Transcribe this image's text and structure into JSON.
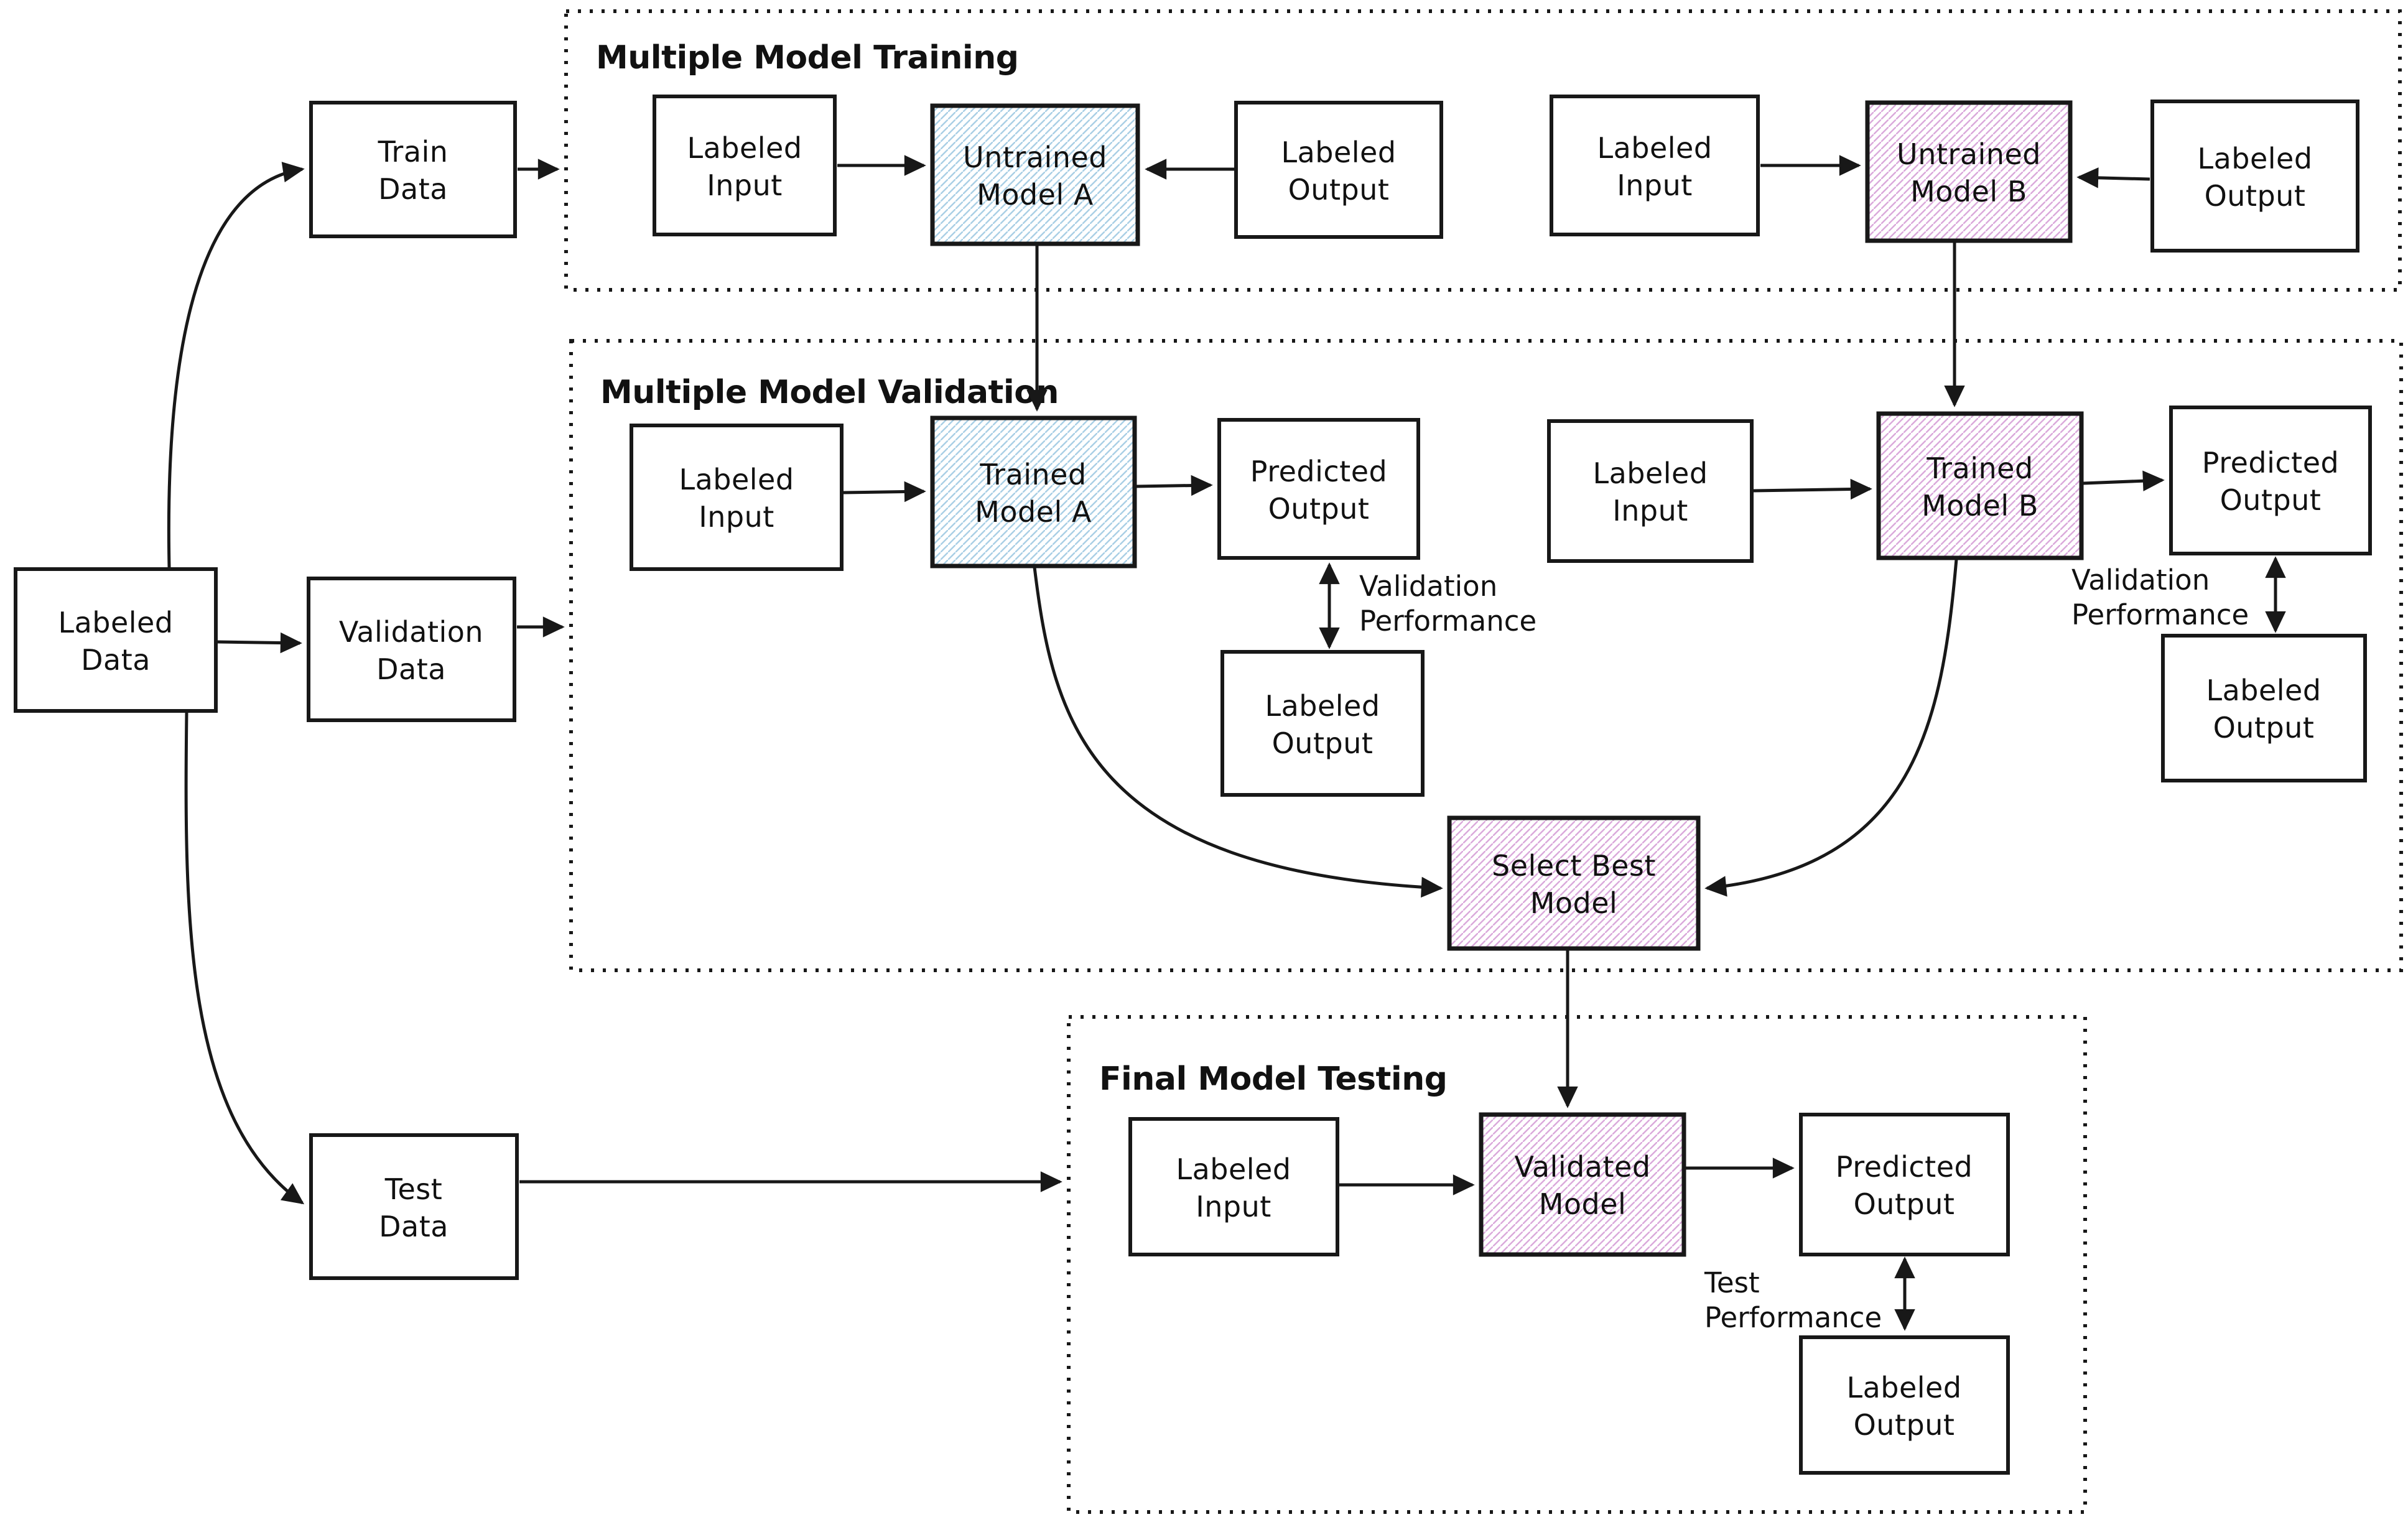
{
  "colors": {
    "model_a_hatch": "#a9cfe5",
    "model_b_hatch": "#daa9db"
  },
  "sections": {
    "training": {
      "title": "Multiple Model Training"
    },
    "validation": {
      "title": "Multiple Model Validation"
    },
    "testing": {
      "title": "Final Model Testing"
    }
  },
  "labels": {
    "labeled_data": [
      "Labeled",
      "Data"
    ],
    "train_data": [
      "Train",
      "Data"
    ],
    "validation_data": [
      "Validation",
      "Data"
    ],
    "test_data": [
      "Test",
      "Data"
    ],
    "labeled_input": [
      "Labeled",
      "Input"
    ],
    "labeled_output": [
      "Labeled",
      "Output"
    ],
    "predicted_output": [
      "Predicted",
      "Output"
    ],
    "untrained_model_a": [
      "Untrained",
      "Model A"
    ],
    "untrained_model_b": [
      "Untrained",
      "Model B"
    ],
    "trained_model_a": [
      "Trained",
      "Model A"
    ],
    "trained_model_b": [
      "Trained",
      "Model B"
    ],
    "select_best_model": [
      "Select Best",
      "Model"
    ],
    "validated_model": [
      "Validated",
      "Model"
    ]
  },
  "annotations": {
    "validation_performance": [
      "Validation",
      "Performance"
    ],
    "test_performance": [
      "Test",
      "Performance"
    ]
  }
}
